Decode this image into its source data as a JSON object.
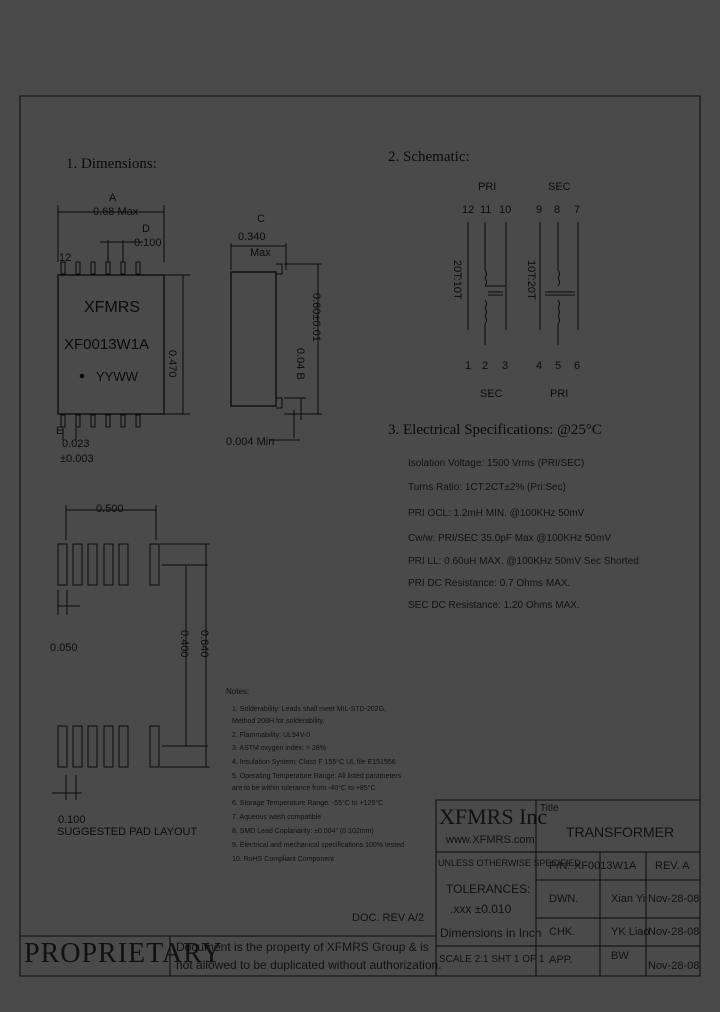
{
  "dimensions": {
    "heading": "1. Dimensions:",
    "label_a": "A",
    "dim_a": "0.68 Max",
    "label_d": "D",
    "dim_d": "0.100",
    "pin12": "12",
    "body_line1": "XFMRS",
    "body_line2": "XF0013W1A",
    "body_line3": "YYWW",
    "dim_b_side": "0.470",
    "label_c": "C",
    "dim_c": "0.340",
    "dim_c_max": "Max",
    "dim_b_vert": "0.04 B",
    "dim_b_tol": "0.60±0.01",
    "dim_min": "0.004 Min",
    "label_e": "E",
    "dim_e": "0.023",
    "dim_e_tol": "±0.003"
  },
  "pad_layout": {
    "dim_width": "0.500",
    "dim_pad": "0.050",
    "dim_h1": "0.400",
    "dim_h2": "0.640",
    "dim_pitch": "0.100",
    "caption": "SUGGESTED PAD LAYOUT"
  },
  "schematic": {
    "heading": "2. Schematic:",
    "pri_top": "PRI",
    "sec_top": "SEC",
    "top_pins_left": [
      "12",
      "11",
      "10"
    ],
    "top_pins_right": [
      "9",
      "8",
      "7"
    ],
    "ratio_left": "20T:10T",
    "ratio_right": "10T:20T",
    "bottom_pins_left": [
      "1",
      "2",
      "3"
    ],
    "bottom_pins_right": [
      "4",
      "5",
      "6"
    ],
    "sec_bottom": "SEC",
    "pri_bottom": "PRI"
  },
  "electrical": {
    "heading": "3. Electrical  Specifications: @25°C",
    "specs": [
      "Isolation Voltage: 1500 Vrms (PRI/SEC)",
      "Turns Ratio: 1CT:2CT±2% (Pri:Sec)",
      "PRI OCL: 1.2mH MIN. @100KHz 50mV",
      "Cw/w: PRI/SEC 35.0pF Max @100KHz 50mV",
      "PRI LL: 0.60uH MAX. @100KHz 50mV Sec Shorted",
      "PRI DC Resistance: 0.7 Ohms MAX.",
      "SEC DC Resistance: 1.20 Ohms MAX."
    ]
  },
  "notes": {
    "heading": "Notes:",
    "items": [
      "1. Solderability: Leads shall meet MIL-STD-202G,",
      "    Method 208H for solderability.",
      "2. Flammability: UL94V-0",
      "3. ASTM oxygen index: > 28%",
      "4. Insulation System: Class F 155°C UL file E151556",
      "5. Operating Temperature Range: All listed parameters",
      "    are to be within tolerance from -40°C to +85°C",
      "6. Storage Temperature Range: -55°C to +125°C",
      "7. Aqueous wash compatible",
      "8. SMD Lead Coplanarity: ±0.004\" (0.102mm)",
      "9. Electrical and mechanical specifications 100% tested",
      "10. RoHS Compliant Component"
    ]
  },
  "title_block": {
    "company": "XFMRS Inc",
    "website": "www.XFMRS.com",
    "title_label": "Title",
    "title": "TRANSFORMER",
    "unless": "UNLESS OTHERWISE SPECIFIED",
    "tolerances": "TOLERANCES:",
    "tol_value": ".xxx ±0.010",
    "dims_in": "Dimensions in Inch",
    "scale": "SCALE 2:1  SHT 1 OF 1",
    "pn_label": "P/N:",
    "pn": "XF0013W1A",
    "rev": "REV. A",
    "dwn_label": "DWN.",
    "dwn_name": "Xian Yi",
    "dwn_date": "Nov-28-08",
    "chk_label": "CHK.",
    "chk_name": "YK Liao",
    "chk_date": "Nov-28-08",
    "app_label": "APP.",
    "app_name": "BW",
    "app_date": "Nov-28-08",
    "doc_rev": "DOC. REV A/2",
    "proprietary": "PROPRIETARY",
    "prop_text_1": "Document is the property of XFMRS Group & is",
    "prop_text_2": "not allowed to be duplicated without authorization."
  }
}
